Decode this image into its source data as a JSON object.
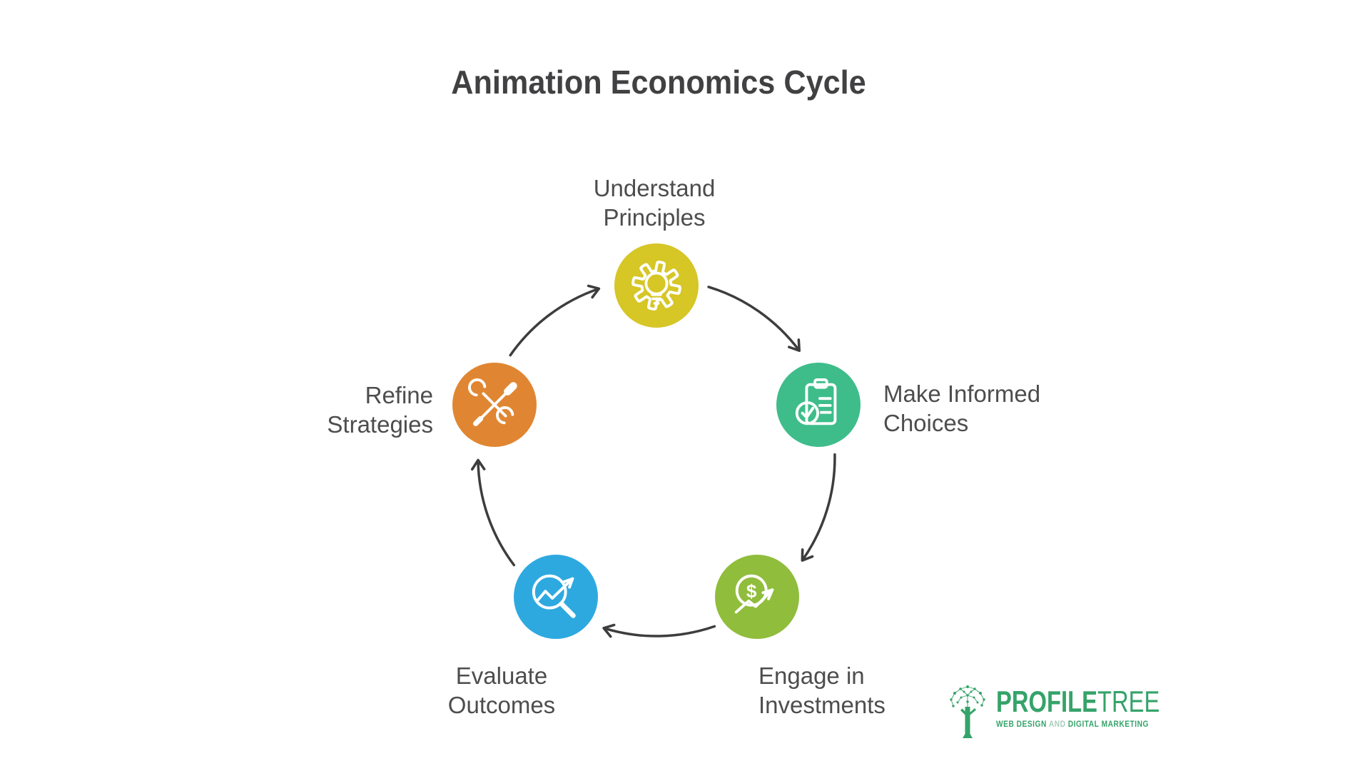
{
  "title": "Animation Economics Cycle",
  "cycle": {
    "arrow_color": "#3d3d3d",
    "steps": [
      {
        "name": "understand-principles",
        "label": "Understand Principles",
        "color": "#d6c626",
        "icon": "gear-lightbulb-icon"
      },
      {
        "name": "make-informed-choices",
        "label": "Make Informed Choices",
        "color": "#3ebd8a",
        "icon": "clipboard-check-icon"
      },
      {
        "name": "engage-in-investments",
        "label": "Engage in Investments",
        "color": "#90bd3c",
        "icon": "dollar-growth-icon"
      },
      {
        "name": "evaluate-outcomes",
        "label": "Evaluate Outcomes",
        "color": "#2ea9e0",
        "icon": "magnifier-trend-icon"
      },
      {
        "name": "refine-strategies",
        "label": "Refine Strategies",
        "color": "#e08632",
        "icon": "crossed-tools-icon"
      }
    ]
  },
  "logo": {
    "brand_primary": "PROFILE",
    "brand_secondary": "TREE",
    "tagline_left": "WEB DESIGN",
    "tagline_and": "AND",
    "tagline_right": "DIGITAL MARKETING",
    "color": "#35a36a",
    "tagline_and_color": "#a9cdbb",
    "dollar_glyph": "$"
  }
}
